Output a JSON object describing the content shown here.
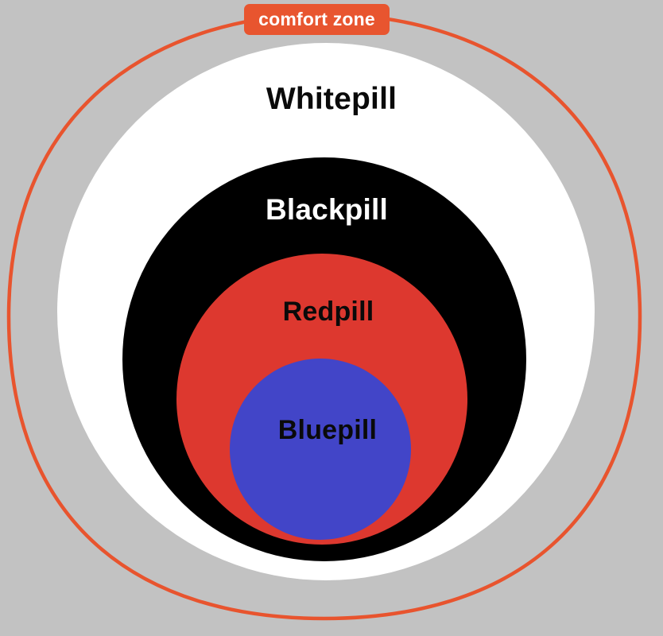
{
  "diagram": {
    "type": "nested-circles-venn",
    "background_color": "#c2c2c2",
    "outer_boundary": {
      "label": "comfort zone",
      "stroke_color": "#e8542e",
      "fill": "none",
      "shape": "rounded-rectangle-ellipse"
    },
    "badge": {
      "text": "comfort zone",
      "background_color": "#e8552f",
      "text_color": "#ffffff"
    },
    "rings": [
      {
        "id": "whitepill",
        "label": "Whitepill",
        "fill_color": "#ffffff",
        "text_color": "#0a0a0a",
        "level": 1
      },
      {
        "id": "blackpill",
        "label": "Blackpill",
        "fill_color": "#000000",
        "text_color": "#ffffff",
        "level": 2
      },
      {
        "id": "redpill",
        "label": "Redpill",
        "fill_color": "#dd382f",
        "text_color": "#0a0a0a",
        "level": 3
      },
      {
        "id": "bluepill",
        "label": "Bluepill",
        "fill_color": "#4245c8",
        "text_color": "#0a0a0a",
        "level": 4
      }
    ]
  }
}
